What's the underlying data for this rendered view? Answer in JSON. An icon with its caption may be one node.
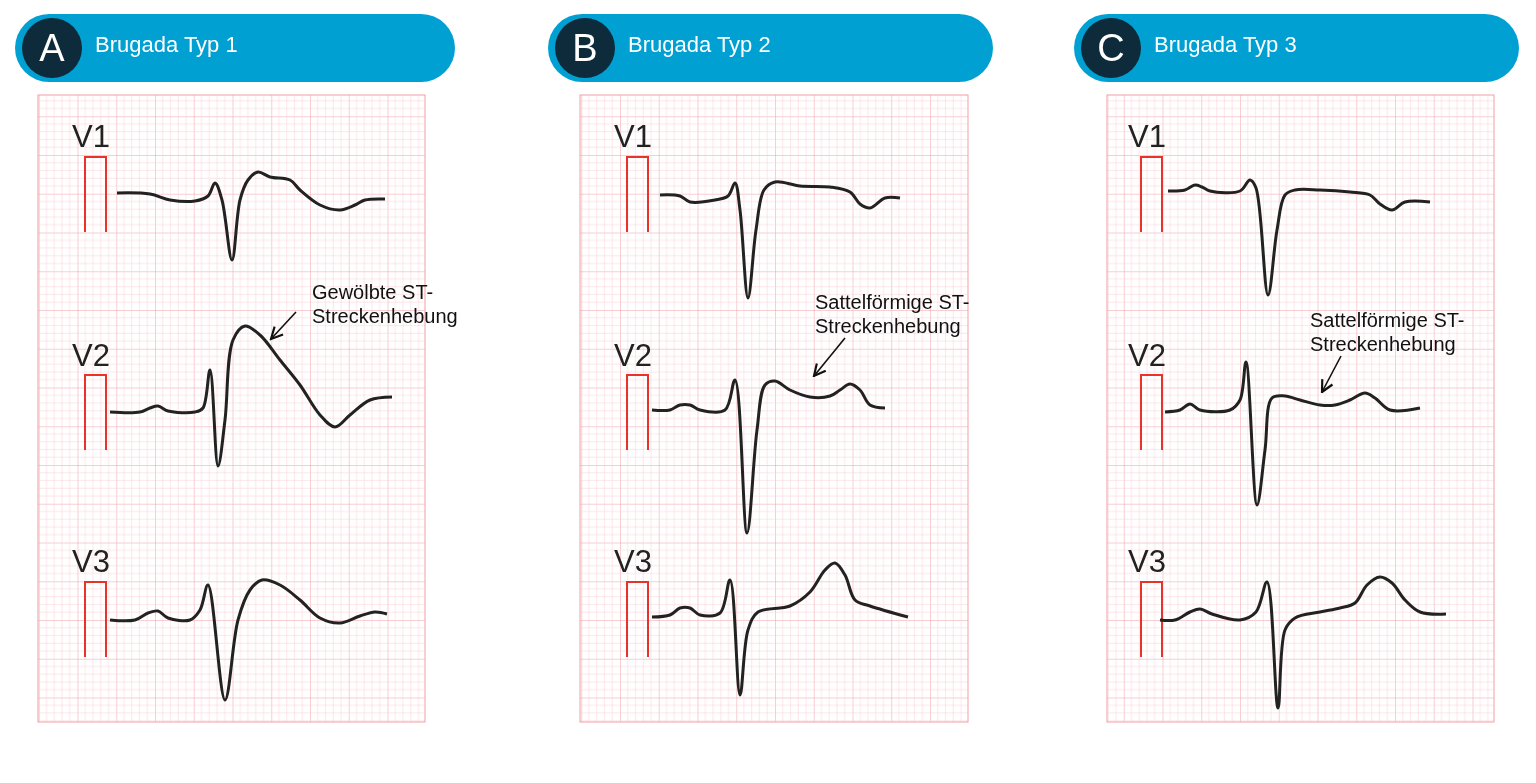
{
  "diagram": {
    "nodes": [
      {
        "text": [
          "Brugada Typ 1"
        ]
      },
      {
        "text": [
          "A"
        ],
        "in": 0
      },
      {
        "text": [
          "Brugada Typ 2"
        ]
      },
      {
        "text": [
          "B"
        ],
        "in": 2
      },
      {
        "text": [
          "Brugada Typ 3"
        ]
      },
      {
        "text": [
          "C"
        ],
        "in": 4
      },
      {
        "text": [
          "Gewölbte ST- Streckenhebung"
        ]
      },
      {
        "text": [
          "Sattelförmige ST- Streckenhebung"
        ]
      },
      {
        "text": [
          "Sattelförmige ST- Streckenhebung"
        ]
      },
      {
        "text": [],
        "shape": "picture"
      },
      {
        "text": [],
        "shape": "picture"
      },
      {
        "text": [],
        "shape": "picture"
      }
    ],
    "edges": [
      {
        "from": 6,
        "to": 9,
        "arrow": "to"
      },
      {
        "from": 7,
        "to": 10,
        "arrow": "to"
      },
      {
        "from": 8,
        "to": 11,
        "arrow": "to"
      }
    ],
    "labels": [
      "V1",
      "V2",
      "V3",
      "V1",
      "V2",
      "V3",
      "V1",
      "V2",
      "V3"
    ]
  }
}
